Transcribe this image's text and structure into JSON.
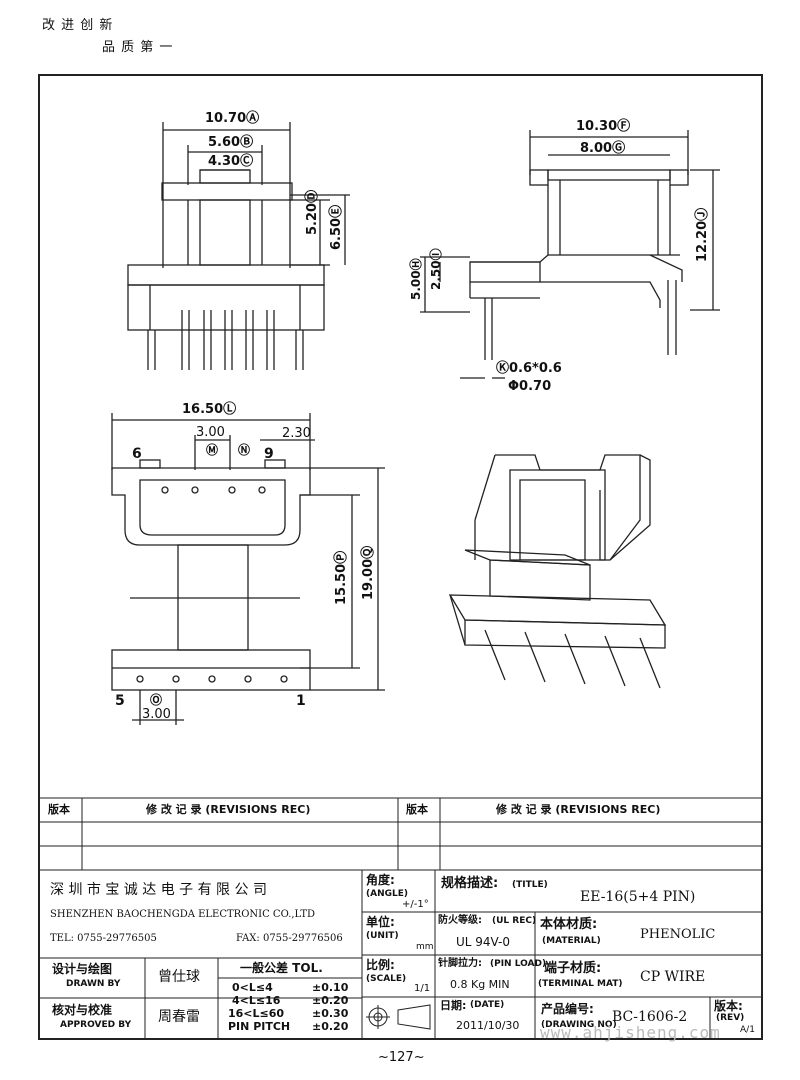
{
  "header": {
    "slogan_line1": "改 进 创 新",
    "slogan_line2": "品 质 第 一"
  },
  "dimensions": {
    "front_width": "10.70Ⓐ",
    "front_b": "5.60Ⓑ",
    "front_c": "4.30Ⓒ",
    "front_d": "5.20Ⓓ",
    "front_e": "6.50Ⓔ",
    "side_f": "10.30Ⓕ",
    "side_g": "8.00Ⓖ",
    "side_j": "12.20Ⓙ",
    "side_h": "5.00Ⓗ",
    "side_i": "2.50Ⓘ",
    "pin_k": "Ⓚ0.6*0.6",
    "pin_dia": "Φ0.70",
    "bottom_l": "16.50Ⓛ",
    "bottom_m": "3.00",
    "bottom_m_circ": "Ⓜ",
    "bottom_n_circ": "Ⓝ",
    "bottom_230": "2.30",
    "bottom_p": "15.50Ⓟ",
    "bottom_q": "19.00Ⓠ",
    "bottom_o_circ": "Ⓞ",
    "bottom_o": "3.00",
    "pin6": "6",
    "pin9": "9",
    "pin5": "5",
    "pin1": "1"
  },
  "revisions": {
    "col_ver": "版本",
    "col_rec": "修 改 记 录 (REVISIONS REC)",
    "col_ver2": "版本",
    "col_rec2": "修 改 记 录 (REVISIONS REC)"
  },
  "company": {
    "name_cn": "深 圳 市 宝 诚 达 电 子 有 限 公 司",
    "name_en": "SHENZHEN BAOCHENGDA ELECTRONIC CO.,LTD",
    "tel": "TEL: 0755-29776505",
    "fax": "FAX: 0755-29776506"
  },
  "title_block": {
    "angle_cn": "角度:",
    "angle_en": "(ANGLE)",
    "angle_val": "+/-1°",
    "unit_cn": "单位:",
    "unit_en": "(UNIT)",
    "unit_val": "mm",
    "scale_cn": "比例:",
    "scale_en": "(SCALE)",
    "scale_val": "1/1",
    "title_cn": "规格描述:",
    "title_en": "(TITLE)",
    "title_val": "EE-16(5+4 PIN)",
    "ul_cn": "防火等级:",
    "ul_en": "(UL REC)",
    "ul_val": "UL 94V-0",
    "material_cn": "本体材质:",
    "material_en": "(MATERIAL)",
    "material_val": "PHENOLIC",
    "pinload_cn": "针脚拉力:",
    "pinload_en": "(PIN LOAD)",
    "pinload_val": "0.8 Kg MIN",
    "terminal_cn": "端子材质:",
    "terminal_en": "(TERMINAL MAT)",
    "terminal_val": "CP WIRE",
    "date_cn": "日期:",
    "date_en": "(DATE)",
    "date_val": "2011/10/30",
    "drawing_cn": "产品编号:",
    "drawing_en": "(DRAWING NO)",
    "drawing_val": "BC-1606-2",
    "rev_cn": "版本:",
    "rev_en": "(REV)",
    "rev_val": "A/1",
    "drawn_cn": "设计与绘图",
    "drawn_en": "DRAWN BY",
    "drawn_name": "曾仕球",
    "approved_cn": "核对与校准",
    "approved_en": "APPROVED BY",
    "approved_name": "周春雷",
    "tol_title": "一般公差 TOL.",
    "tol_rows": [
      {
        "range": "0<L≤4",
        "val": "±0.10"
      },
      {
        "range": "4<L≤16",
        "val": "±0.20"
      },
      {
        "range": "16<L≤60",
        "val": "±0.30"
      },
      {
        "range": "PIN PITCH",
        "val": "±0.20"
      }
    ]
  },
  "watermark": "www.ahjisheng.com",
  "page_number": "~127~"
}
